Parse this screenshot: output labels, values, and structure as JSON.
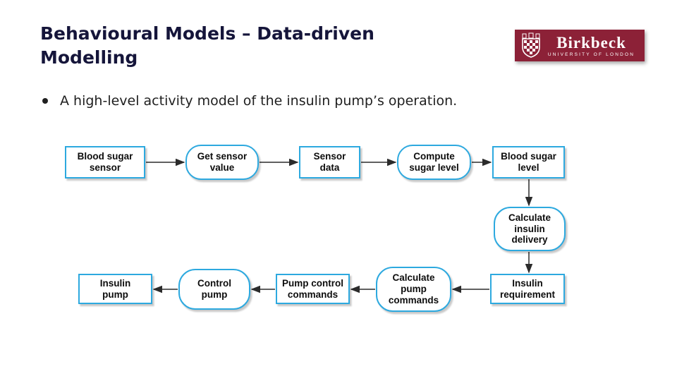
{
  "slide": {
    "title": {
      "line1": "Behavioural Models – Data-driven",
      "line2": "Modelling",
      "full": "Behavioural Models – Data-driven Modelling"
    },
    "bullet": {
      "text": "A high-level activity model of the insulin pump’s operation."
    }
  },
  "logo": {
    "name": "Birkbeck",
    "subtitle": "UNIVERSITY OF LONDON",
    "bg_color": "#8c2137"
  },
  "diagram": {
    "accent_color": "#2da9df",
    "arrow_color": "#2b2b2b",
    "nodes": [
      {
        "id": "blood-sugar-sensor",
        "shape": "rect",
        "label": "Blood sugar\nsensor"
      },
      {
        "id": "get-sensor-value",
        "shape": "rounded",
        "label": "Get sensor\nvalue"
      },
      {
        "id": "sensor-data",
        "shape": "rect",
        "label": "Sensor\ndata"
      },
      {
        "id": "compute-sugar-level",
        "shape": "rounded",
        "label": "Compute\nsugar level"
      },
      {
        "id": "blood-sugar-level",
        "shape": "rect",
        "label": "Blood sugar\nlevel"
      },
      {
        "id": "calculate-insulin-delivery",
        "shape": "rounded",
        "label": "Calculate\ninsulin\ndelivery"
      },
      {
        "id": "insulin-requirement",
        "shape": "rect",
        "label": "Insulin\nrequirement"
      },
      {
        "id": "calculate-pump-commands",
        "shape": "rounded",
        "label": "Calculate\npump\ncommands"
      },
      {
        "id": "pump-control-commands",
        "shape": "rect",
        "label": "Pump control\ncommands"
      },
      {
        "id": "control-pump",
        "shape": "rounded",
        "label": "Control\npump"
      },
      {
        "id": "insulin-pump",
        "shape": "rect",
        "label": "Insulin\npump"
      }
    ],
    "edges": [
      {
        "from": "blood-sugar-sensor",
        "to": "get-sensor-value"
      },
      {
        "from": "get-sensor-value",
        "to": "sensor-data"
      },
      {
        "from": "sensor-data",
        "to": "compute-sugar-level"
      },
      {
        "from": "compute-sugar-level",
        "to": "blood-sugar-level"
      },
      {
        "from": "blood-sugar-level",
        "to": "calculate-insulin-delivery"
      },
      {
        "from": "calculate-insulin-delivery",
        "to": "insulin-requirement"
      },
      {
        "from": "insulin-requirement",
        "to": "calculate-pump-commands"
      },
      {
        "from": "calculate-pump-commands",
        "to": "pump-control-commands"
      },
      {
        "from": "pump-control-commands",
        "to": "control-pump"
      },
      {
        "from": "control-pump",
        "to": "insulin-pump"
      }
    ]
  }
}
